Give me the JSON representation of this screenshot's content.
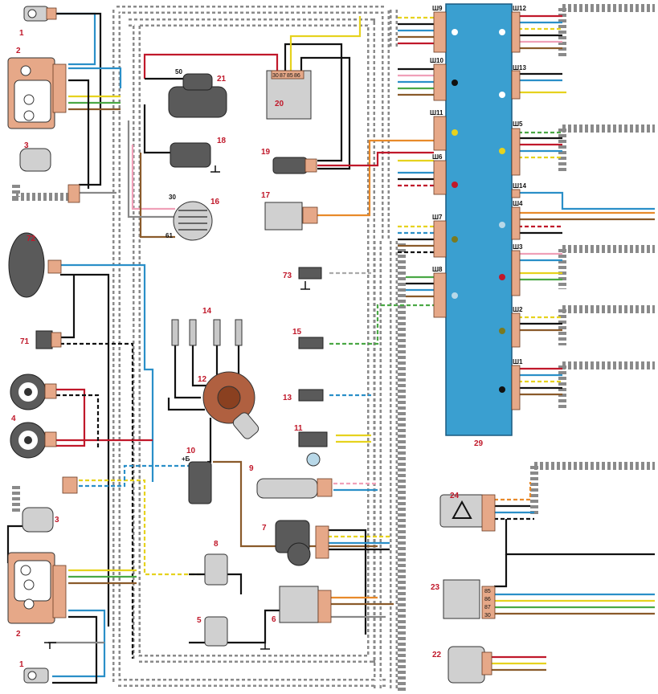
{
  "components": [
    {
      "id": "c1a",
      "label": "1"
    },
    {
      "id": "c2a",
      "label": "2"
    },
    {
      "id": "c3a",
      "label": "3"
    },
    {
      "id": "c72",
      "label": "72"
    },
    {
      "id": "c71",
      "label": "71"
    },
    {
      "id": "c4",
      "label": "4"
    },
    {
      "id": "c3b",
      "label": "3"
    },
    {
      "id": "c2b",
      "label": "2"
    },
    {
      "id": "c1b",
      "label": "1"
    },
    {
      "id": "c21",
      "label": "21"
    },
    {
      "id": "c18",
      "label": "18"
    },
    {
      "id": "c16",
      "label": "16"
    },
    {
      "id": "c20",
      "label": "20"
    },
    {
      "id": "c19",
      "label": "19"
    },
    {
      "id": "c17",
      "label": "17"
    },
    {
      "id": "c73",
      "label": "73"
    },
    {
      "id": "c14",
      "label": "14"
    },
    {
      "id": "c12",
      "label": "12"
    },
    {
      "id": "c15",
      "label": "15"
    },
    {
      "id": "c13",
      "label": "13"
    },
    {
      "id": "c11",
      "label": "11"
    },
    {
      "id": "c10",
      "label": "10"
    },
    {
      "id": "c9",
      "label": "9"
    },
    {
      "id": "c7",
      "label": "7"
    },
    {
      "id": "c8",
      "label": "8"
    },
    {
      "id": "c5",
      "label": "5"
    },
    {
      "id": "c6",
      "label": "6"
    },
    {
      "id": "c29",
      "label": "29"
    },
    {
      "id": "c24",
      "label": "24"
    },
    {
      "id": "c23",
      "label": "23"
    },
    {
      "id": "c22",
      "label": "22"
    }
  ],
  "terminals": {
    "t50": "50",
    "t30": "30",
    "t61": "61",
    "t_plus_b": "+Б",
    "t23_85": "85",
    "t23_86": "86",
    "t23_87": "87",
    "t23_30": "30",
    "t20_30": "30",
    "t20_87": "87",
    "t20_85": "85",
    "t20_86": "86"
  },
  "fusebox_left": [
    "Ш9",
    "Ш10",
    "Ш11",
    "Ш6",
    "Ш7",
    "Ш8"
  ],
  "fusebox_right": [
    "Ш12",
    "Ш13",
    "Ш5",
    "Ш14",
    "Ш4",
    "Ш3",
    "Ш2",
    "Ш1"
  ],
  "colors": {
    "harness": "#8a8a8a",
    "fusebox": "#3a9fd0",
    "label": "#c0182a",
    "connector": "#e6a888",
    "wire_black": "#111111",
    "wire_red": "#c0182a",
    "wire_blue": "#2a8fc8",
    "wire_yellow": "#e6d21e",
    "wire_green": "#4aa845",
    "wire_brown": "#8a5a2a",
    "wire_pink": "#f0a0b8",
    "wire_orange": "#e88a2a"
  }
}
